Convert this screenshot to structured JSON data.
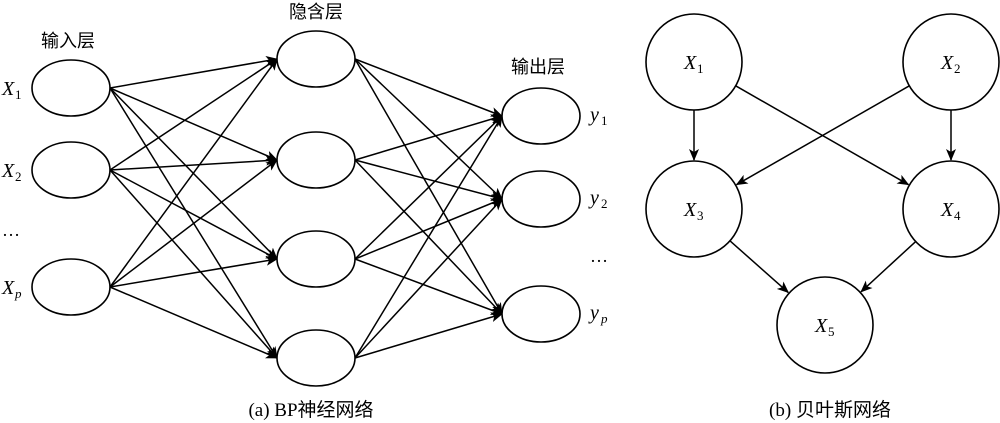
{
  "bp_network": {
    "layer_labels": {
      "input": "输入层",
      "hidden": "隐含层",
      "output": "输出层"
    },
    "input_nodes": [
      {
        "label": "X",
        "sub": "1"
      },
      {
        "label": "X",
        "sub": "2"
      },
      {
        "label": "X",
        "sub": "p"
      }
    ],
    "input_ellipsis": "…",
    "hidden_node_count": 4,
    "output_nodes": [
      {
        "label": "y",
        "sub": "1"
      },
      {
        "label": "y",
        "sub": "2"
      },
      {
        "label": "y",
        "sub": "p"
      }
    ],
    "output_ellipsis": "…",
    "connections": "fully-connected",
    "caption": "(a) BP神经网络"
  },
  "bayesian_network": {
    "nodes": [
      {
        "id": "X1",
        "label": "X",
        "sub": "1"
      },
      {
        "id": "X2",
        "label": "X",
        "sub": "2"
      },
      {
        "id": "X3",
        "label": "X",
        "sub": "3"
      },
      {
        "id": "X4",
        "label": "X",
        "sub": "4"
      },
      {
        "id": "X5",
        "label": "X",
        "sub": "5"
      }
    ],
    "edges": [
      {
        "from": "X1",
        "to": "X3"
      },
      {
        "from": "X1",
        "to": "X4"
      },
      {
        "from": "X2",
        "to": "X3"
      },
      {
        "from": "X2",
        "to": "X4"
      },
      {
        "from": "X3",
        "to": "X5"
      },
      {
        "from": "X4",
        "to": "X5"
      }
    ],
    "caption": "(b) 贝叶斯网络"
  }
}
